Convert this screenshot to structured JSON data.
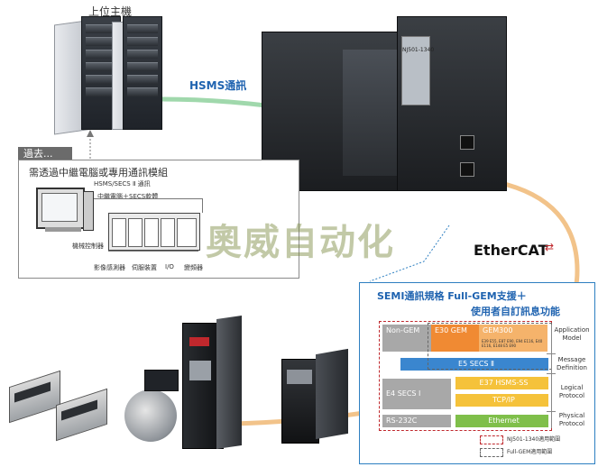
{
  "host": {
    "title": "上位主機"
  },
  "hsms_link": {
    "label": "HSMS通訊"
  },
  "past": {
    "tab_label": "過去...",
    "heading": "需透過中繼電腦或專用通訊模組",
    "hsms_line": "HSMS/SECS Ⅱ 通訊",
    "relay_label": "中繼電腦＋SECS軟體",
    "machine_label": "機械控制器",
    "devices": [
      "影像感測器",
      "伺服裝置",
      "I/O",
      "變頻器"
    ]
  },
  "plc": {
    "model": "NJ501-1340"
  },
  "ethercat": {
    "label": "EtherCAT"
  },
  "semi": {
    "title_line1": "SEMI通訊規格  Full-GEM支援＋",
    "title_line2": "使用者自訂訊息功能",
    "layers": [
      "Application Model",
      "Message Definition",
      "Logical Protocol",
      "Physical Protocol"
    ],
    "bands": {
      "non_gem": "Non-GEM",
      "e30": "E30 GEM",
      "gem300": "GEM300",
      "gem300_sub": "E39 E55, E87 E90, E94 E116, E40 E116, E148 E5 E90",
      "e5": "E5 SECS Ⅱ",
      "e4": "E4 SECS Ⅰ",
      "e37": "E37 HSMS-SS",
      "tcpip": "TCP/IP",
      "rs232c": "RS-232C",
      "ethernet": "Ethernet"
    },
    "legend": [
      "NJ501-1340適用範圍",
      "Full-GEM適用範圍"
    ]
  },
  "watermark": "奧威自动化",
  "colors": {
    "orange": "#f08a33",
    "blue": "#3a86cf",
    "yellow": "#f5c23a",
    "green": "#7fbf4a",
    "gray_band": "#a8a8a8",
    "accent": "#2d7fc1"
  }
}
